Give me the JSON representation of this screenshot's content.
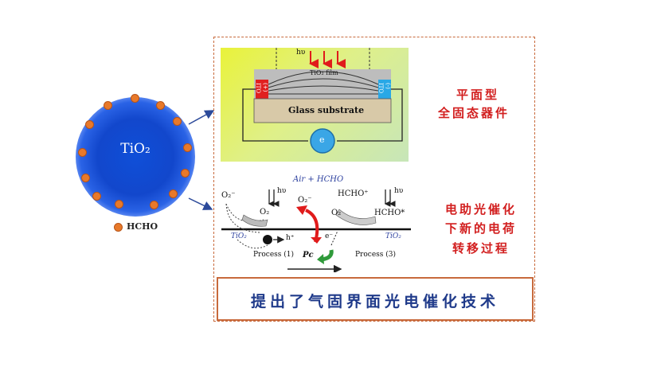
{
  "sphere": {
    "label": "TiO₂"
  },
  "legend": {
    "label": "HCHO"
  },
  "top_figure": {
    "hv": "hυ",
    "film": "TiO₂ film",
    "substrate": "Glass substrate",
    "ito_left": "ITO",
    "ito_right": "ITO",
    "sign_left": "(+)",
    "sign_right": "(-)",
    "meter": "e"
  },
  "bottom_figure": {
    "air": "Air + HCHO",
    "hv_left": "hυ",
    "hv_right": "hυ",
    "o2_minus_left": "O₂⁻",
    "o2_left": "O₂",
    "o2_minus_mid": "O₂⁻",
    "o2_mid": "O₂",
    "hcho_plus": "HCHO⁺",
    "hcho_star": "HCHO*",
    "tio2_left": "TiO₂",
    "tio2_right": "TiO₂",
    "h_plus": "h⁺",
    "e_minus": "e⁻",
    "process1": "Process (1)",
    "process3": "Process (3)",
    "pc": "Pc"
  },
  "side_texts": {
    "top_line1": "平面型",
    "top_line2": "全固态器件",
    "mid_line1": "电助光催化",
    "mid_line2": "下新的电荷",
    "mid_line3": "转移过程"
  },
  "bottom_text": "提出了气固界面光电催化技术",
  "colors": {
    "frame": "#c86a3c",
    "red_text": "#d21f1f",
    "blue_text": "#1f3a8a",
    "particle": "#e8792a",
    "sphere": "#1247cc"
  }
}
